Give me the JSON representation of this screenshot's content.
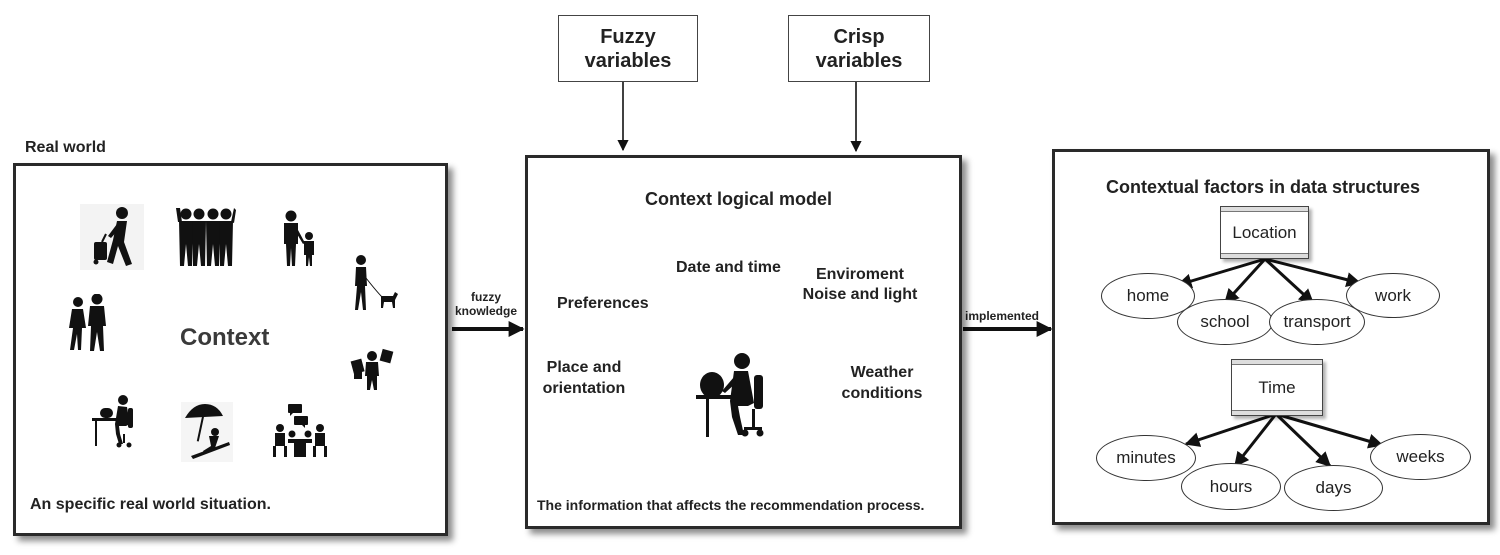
{
  "top_boxes": {
    "fuzzy": [
      "Fuzzy",
      "variables"
    ],
    "crisp": [
      "Crisp",
      "variables"
    ]
  },
  "real_world": {
    "heading": "Real world",
    "center_label": "Context",
    "caption": "An specific real world situation.",
    "icons": [
      "traveler-icon",
      "group-of-people-icon",
      "parent-with-child-icon",
      "person-walking-dog-icon",
      "couple-walking-icon",
      "person-at-computer-icon",
      "person-under-umbrella-icon",
      "meeting-chat-icon",
      "shopper-with-bags-icon"
    ]
  },
  "arrows": {
    "fuzzy_knowledge": [
      "fuzzy",
      "knowledge"
    ],
    "implemented": "implemented"
  },
  "logical_model": {
    "title": "Context logical model",
    "factors": {
      "date_time": "Date and time",
      "environment": [
        "Enviroment",
        "Noise and light"
      ],
      "preferences": "Preferences",
      "place": [
        "Place and",
        "orientation"
      ],
      "weather": [
        "Weather",
        "conditions"
      ]
    },
    "caption": "The information that affects the recommendation process."
  },
  "data_structures": {
    "title": "Contextual factors in data structures",
    "location": {
      "entity": "Location",
      "attributes": [
        "home",
        "school",
        "transport",
        "work"
      ]
    },
    "time": {
      "entity": "Time",
      "attributes": [
        "minutes",
        "hours",
        "days",
        "weeks"
      ]
    }
  }
}
